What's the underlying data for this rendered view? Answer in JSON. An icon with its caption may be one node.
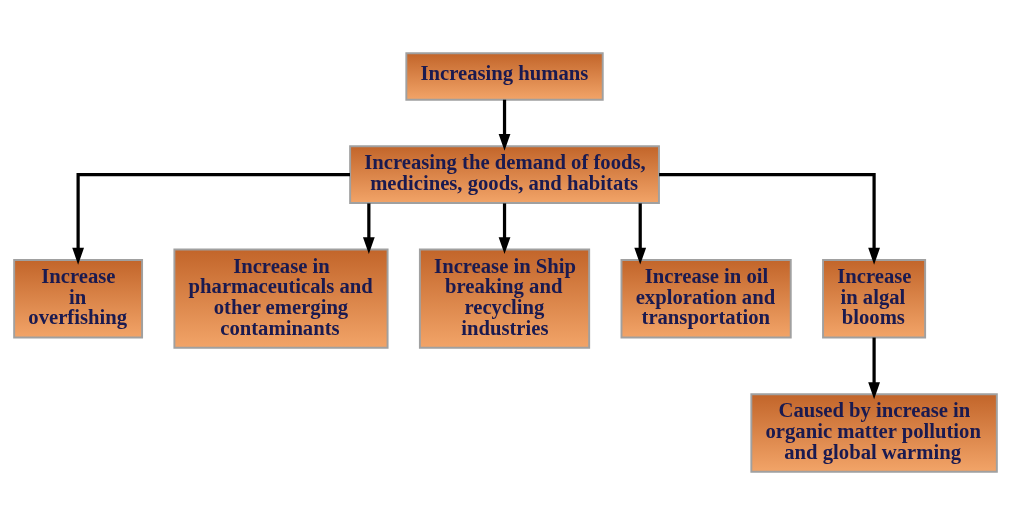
{
  "diagram": {
    "nodes": [
      {
        "text": [
          "Increasing humans"
        ]
      },
      {
        "text": [
          "Increasing the demand of foods, medicines, goods, and habitats"
        ]
      },
      {
        "text": [
          "Increase in overfishing"
        ]
      },
      {
        "text": [
          "Increase in pharmaceuticals and other emerging contaminants"
        ]
      },
      {
        "text": [
          "Increase in Ship breaking and recycling industries"
        ]
      },
      {
        "text": [
          "Increase in oil exploration and transportation"
        ]
      },
      {
        "text": [
          "Increase in algal blooms"
        ]
      },
      {
        "text": [
          "Caused by increase in organic matter pollution and global warming"
        ]
      }
    ],
    "edges": [
      {
        "from": 0,
        "to": 1,
        "arrow": "to"
      },
      {
        "from": 1,
        "to": 2,
        "arrow": "to"
      },
      {
        "from": 1,
        "to": 3,
        "arrow": "to"
      },
      {
        "from": 1,
        "to": 4,
        "arrow": "to"
      },
      {
        "from": 1,
        "to": 5,
        "arrow": "to"
      },
      {
        "from": 1,
        "to": 6,
        "arrow": "to"
      },
      {
        "from": 6,
        "to": 7,
        "arrow": "to"
      }
    ]
  }
}
